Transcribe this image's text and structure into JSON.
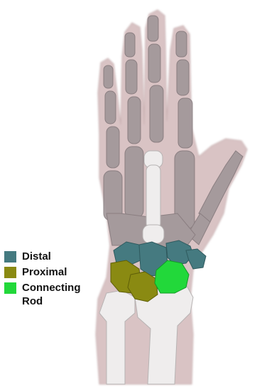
{
  "legend": {
    "items": [
      {
        "label_lines": [
          "Distal"
        ],
        "color": "#457a80"
      },
      {
        "label_lines": [
          "Proximal"
        ],
        "color": "#8a8a12"
      },
      {
        "label_lines": [
          "Connecting",
          "Rod"
        ],
        "color": "#22d83a"
      }
    ]
  },
  "colors": {
    "skin": "#d9c3c4",
    "skin_edge": "#c6aeaf",
    "finger_bone": "#9d9396",
    "finger_bone_edge": "#7d7376",
    "forearm_bone": "#efeded",
    "forearm_bone_edge": "#b7b3b3"
  }
}
